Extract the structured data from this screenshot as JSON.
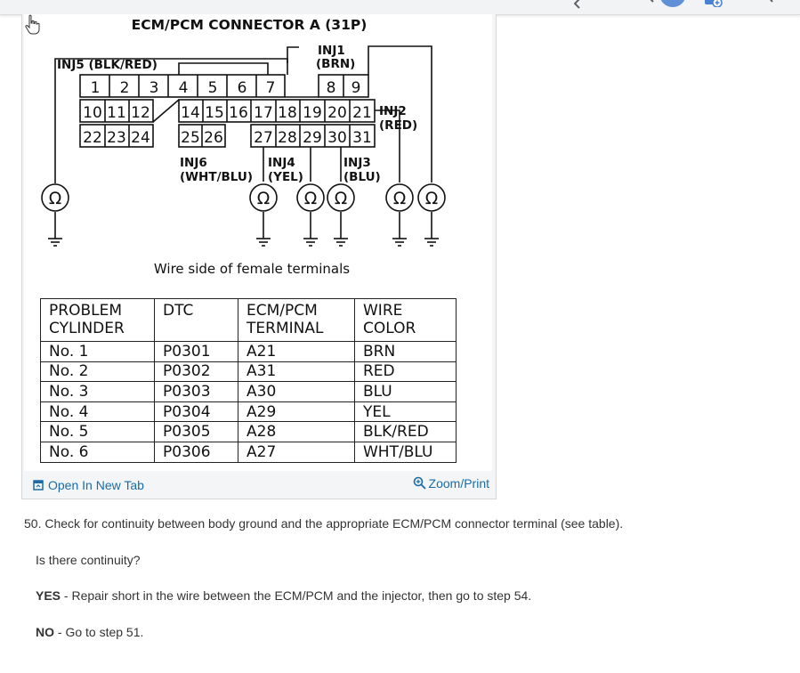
{
  "figure": {
    "title": "ECM/PCM CONNECTOR A (31P)",
    "caption": "Wire side of female terminals",
    "pins_row1": [
      "1",
      "2",
      "3",
      "4",
      "5",
      "6",
      "7",
      "8",
      "9"
    ],
    "pins_row2": [
      "10",
      "11",
      "12",
      "14",
      "15",
      "16",
      "17",
      "18",
      "19",
      "20",
      "21"
    ],
    "pins_row3": [
      "22",
      "23",
      "24",
      "25",
      "26",
      "27",
      "28",
      "29",
      "30",
      "31"
    ],
    "labels": {
      "inj5": "INJ5 (BLK/RED)",
      "inj1_a": "INJ1",
      "inj1_b": "(BRN)",
      "inj2_a": "INJ2",
      "inj2_b": "(RED)",
      "inj6_a": "INJ6",
      "inj6_b": "(WHT/BLU)",
      "inj4_a": "INJ4",
      "inj4_b": "(YEL)",
      "inj3_a": "INJ3",
      "inj3_b": "(BLU)"
    },
    "ohm_symbol": "Ω"
  },
  "table": {
    "headers": [
      [
        "PROBLEM",
        "CYLINDER"
      ],
      [
        "DTC",
        ""
      ],
      [
        "ECM/PCM",
        "TERMINAL"
      ],
      [
        "WIRE",
        "COLOR"
      ]
    ],
    "rows": [
      [
        "No. 1",
        "P0301",
        "A21",
        "BRN"
      ],
      [
        "No. 2",
        "P0302",
        "A31",
        "RED"
      ],
      [
        "No. 3",
        "P0303",
        "A30",
        "BLU"
      ],
      [
        "No. 4",
        "P0304",
        "A29",
        "YEL"
      ],
      [
        "No. 5",
        "P0305",
        "A28",
        "BLK/RED"
      ],
      [
        "No. 6",
        "P0306",
        "A27",
        "WHT/BLU"
      ]
    ]
  },
  "links": {
    "open_new_tab": "Open In New Tab",
    "zoom_print": "Zoom/Print"
  },
  "content": {
    "step": "50. Check for continuity between body ground and the appropriate ECM/PCM connector terminal (see table).",
    "question": "Is there continuity?",
    "yes_label": "YES",
    "yes_text": " - Repair short in the wire between the ECM/PCM and the injector, then go to step 54.",
    "no_label": "NO",
    "no_text": " - Go to step 51."
  },
  "colors": {
    "link": "#1a6ca8",
    "avatar": "#5f8fd6",
    "card_bg": "#f4f5f6"
  }
}
